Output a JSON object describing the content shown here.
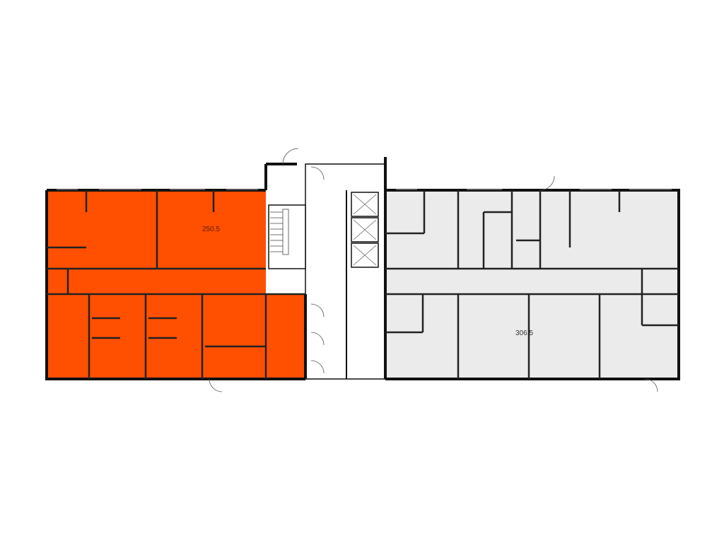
{
  "floor_plan": {
    "units": [
      {
        "id": "unit-left",
        "area_label": "250.5",
        "status": "highlighted",
        "fill": "#FF4F00"
      },
      {
        "id": "unit-right",
        "area_label": "306.5",
        "status": "default",
        "fill": "#EBEBEB"
      }
    ],
    "wall_color": "#111111",
    "core_fill": "#FFFFFF"
  }
}
